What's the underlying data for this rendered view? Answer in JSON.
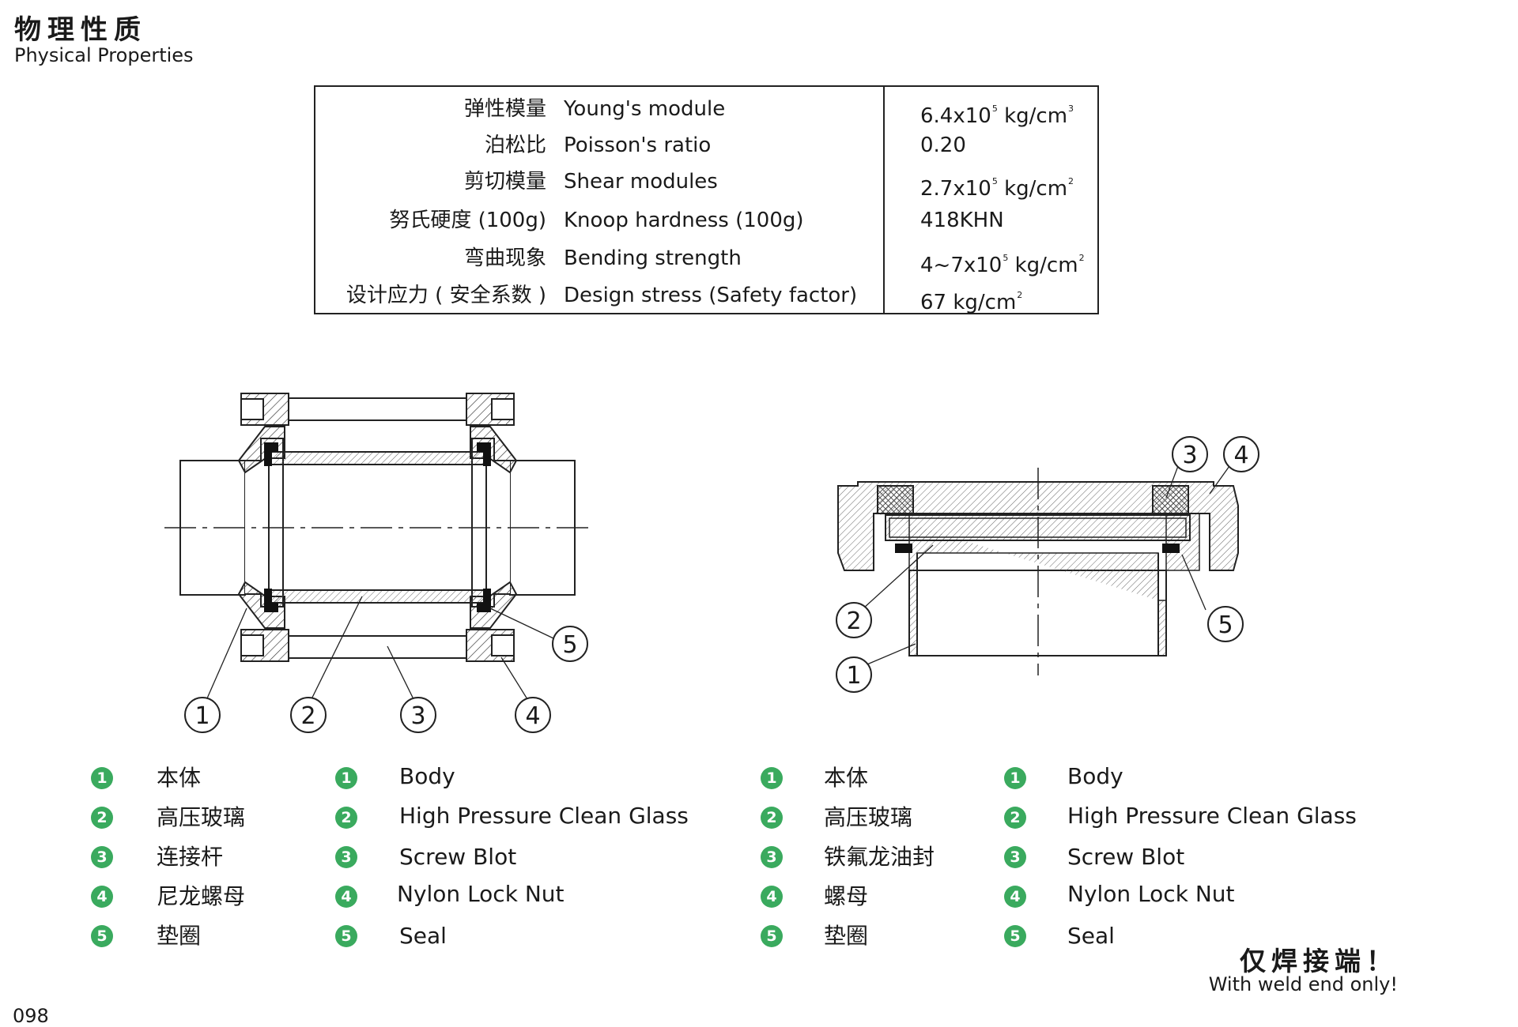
{
  "header": {
    "title_cn": "物理性质",
    "title_en": "Physical Properties"
  },
  "properties": [
    {
      "cn": "弹性模量",
      "en": "Young's module",
      "value": "6.4x10",
      "sup": "5",
      "unit": " kg/cm",
      "unit_sup": "3"
    },
    {
      "cn": "泊松比",
      "en": "Poisson's ratio",
      "value": "0.20",
      "sup": "",
      "unit": "",
      "unit_sup": ""
    },
    {
      "cn": "剪切模量",
      "en": "Shear modules",
      "value": "2.7x10",
      "sup": "5",
      "unit": " kg/cm",
      "unit_sup": "2"
    },
    {
      "cn": "努氏硬度 (100g)",
      "en": "Knoop hardness (100g)",
      "value": "418KHN",
      "sup": "",
      "unit": "",
      "unit_sup": ""
    },
    {
      "cn": "弯曲现象",
      "en": "Bending strength",
      "value": "4~7x10",
      "sup": "5",
      "unit": " kg/cm",
      "unit_sup": "2"
    },
    {
      "cn": "设计应力 ( 安全系数 )",
      "en": "Design stress (Safety factor)",
      "value": "67 kg/cm",
      "sup": "2",
      "unit": "",
      "unit_sup": ""
    }
  ],
  "diagram_left": {
    "callouts": [
      "1",
      "2",
      "3",
      "4",
      "5"
    ]
  },
  "diagram_right": {
    "callouts": [
      "1",
      "2",
      "3",
      "4",
      "5"
    ]
  },
  "legend_left": [
    {
      "num": "1",
      "cn": "本体",
      "en": "Body"
    },
    {
      "num": "2",
      "cn": "高压玻璃",
      "en": "High Pressure Clean Glass"
    },
    {
      "num": "3",
      "cn": "连接杆",
      "en": "Screw Blot"
    },
    {
      "num": "4",
      "cn": "尼龙螺母",
      "en": "Nylon Lock Nut"
    },
    {
      "num": "5",
      "cn": "垫圈",
      "en": "Seal"
    }
  ],
  "legend_right": [
    {
      "num": "1",
      "cn": "本体",
      "en": "Body"
    },
    {
      "num": "2",
      "cn": "高压玻璃",
      "en": "High Pressure Clean Glass"
    },
    {
      "num": "3",
      "cn": "铁氟龙油封",
      "en": "Screw Blot"
    },
    {
      "num": "4",
      "cn": "螺母",
      "en": "Nylon Lock Nut"
    },
    {
      "num": "5",
      "cn": "垫圈",
      "en": "Seal"
    }
  ],
  "footer": {
    "note_cn": "仅焊接端！",
    "note_en": "With weld end only!",
    "page_number": "098"
  },
  "colors": {
    "badge": "#3aaa5e",
    "line": "#222222"
  }
}
